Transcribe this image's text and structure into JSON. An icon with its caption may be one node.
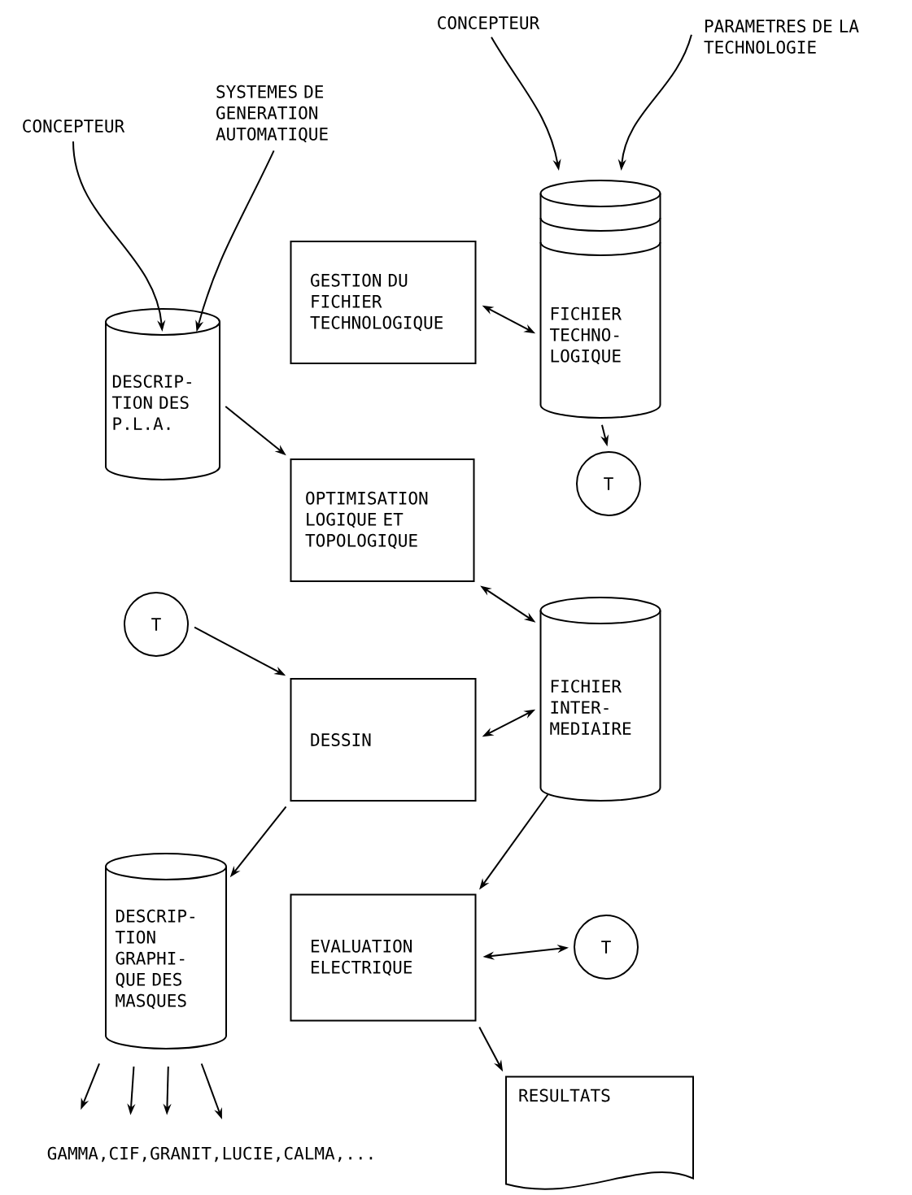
{
  "diagram": {
    "nodes": [
      {
        "text": [
          "CONCEPTEUR"
        ]
      },
      {
        "text": [
          "SYSTEMES DE GENERATION AUTOMATIQUE"
        ]
      },
      {
        "text": [
          "CONCEPTEUR"
        ]
      },
      {
        "text": [
          "PARAMETRES DE LA TECHNOLOGIE"
        ]
      },
      {
        "text": [
          "DESCRIP- TION DES P.L.A."
        ]
      },
      {
        "text": [
          "GESTION DU FICHIER TECHNOLOGIQUE"
        ]
      },
      {
        "text": [
          "FICHIER TECHNO- LOGIQUE"
        ]
      },
      {
        "text": [
          "T"
        ]
      },
      {
        "text": [
          "OPTIMISATION LOGIQUE ET TOPOLOGIQUE"
        ]
      },
      {
        "text": [
          "T"
        ]
      },
      {
        "text": [
          "FICHIER INTER- MEDIAIRE"
        ]
      },
      {
        "text": [
          "DESSIN"
        ]
      },
      {
        "text": [
          "DESCRIP- TION GRAPHI- QUE DES MASQUES"
        ]
      },
      {
        "text": [
          "EVALUATION ELECTRIQUE"
        ]
      },
      {
        "text": [
          "T"
        ]
      },
      {
        "text": [
          "RESULTATS"
        ]
      },
      {
        "text": [
          "GAMMA,CIF,GRANIT,LUCIE,CALMA,..."
        ]
      }
    ],
    "edges": [
      {
        "from": 0,
        "to": 4,
        "arrow": "to"
      },
      {
        "from": 1,
        "to": 4,
        "arrow": "to"
      },
      {
        "from": 2,
        "to": 6,
        "arrow": "to"
      },
      {
        "from": 3,
        "to": 6,
        "arrow": "to"
      },
      {
        "from": 5,
        "to": 6,
        "arrow": "both"
      },
      {
        "from": 4,
        "to": 8,
        "arrow": "to"
      },
      {
        "from": 6,
        "to": 7,
        "arrow": "to"
      },
      {
        "from": 8,
        "to": 10,
        "arrow": "both"
      },
      {
        "from": 9,
        "to": 11,
        "arrow": "to"
      },
      {
        "from": 11,
        "to": 10,
        "arrow": "both"
      },
      {
        "from": 11,
        "to": 12,
        "arrow": "to"
      },
      {
        "from": 10,
        "to": 13,
        "arrow": "to"
      },
      {
        "from": 13,
        "to": 14,
        "arrow": "both"
      },
      {
        "from": 13,
        "to": 15,
        "arrow": "to"
      },
      {
        "from": 12,
        "to": 16,
        "arrow": "to"
      },
      {
        "from": 12,
        "to": 16,
        "arrow": "to"
      },
      {
        "from": 12,
        "to": 16,
        "arrow": "to"
      },
      {
        "from": 12,
        "to": 16,
        "arrow": "to"
      }
    ]
  }
}
